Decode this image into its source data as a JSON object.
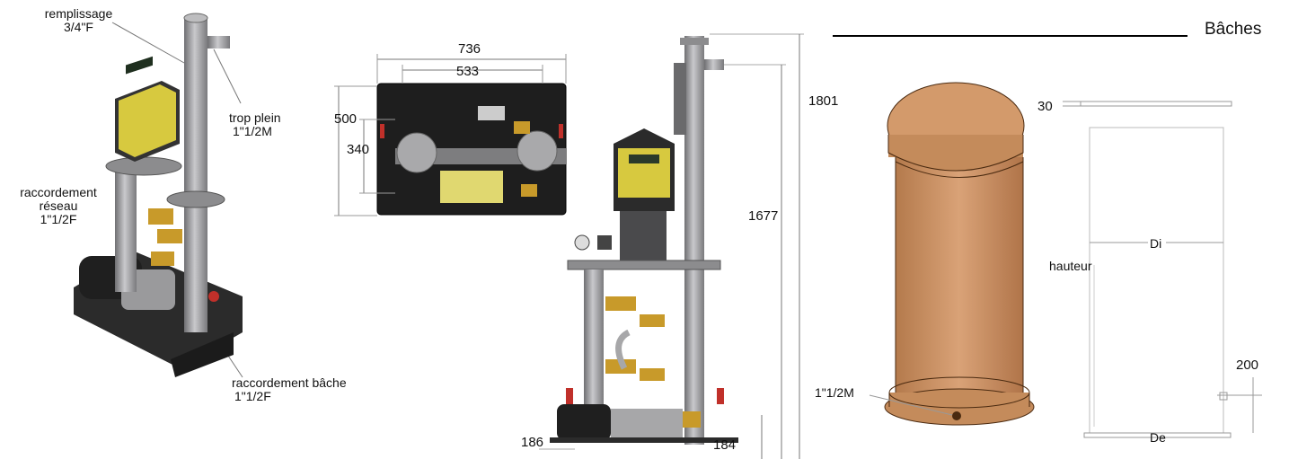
{
  "section_title": "Bâches",
  "labels": {
    "remplissage": "remplissage",
    "remplissage_size": "3/4\"F",
    "trop_plein": "trop plein",
    "trop_plein_size": "1\"1/2M",
    "raccordement_reseau_1": "raccordement",
    "raccordement_reseau_2": "réseau",
    "raccordement_reseau_size": "1\"1/2F",
    "raccordement_bache": "raccordement bâche",
    "raccordement_bache_size": "1\"1/2F",
    "tank_outlet": "1\"1/2M"
  },
  "top_view": {
    "w_outer": "736",
    "w_inner": "533",
    "h_outer": "500",
    "h_inner": "340"
  },
  "front_view": {
    "h_total": "1801",
    "h_inlet": "1677",
    "foot_left": "186",
    "foot_right": "184"
  },
  "tank_drawing": {
    "lid": "30",
    "height": "hauteur",
    "inner_diameter": "Di",
    "outer_diameter": "De",
    "outlet_height": "200"
  },
  "colors": {
    "tank": "#c48b5b",
    "frame": "#2b2b2b",
    "pipe": "#a7a7a9",
    "controller": "#d7c93f",
    "valve": "#c89a2a"
  }
}
